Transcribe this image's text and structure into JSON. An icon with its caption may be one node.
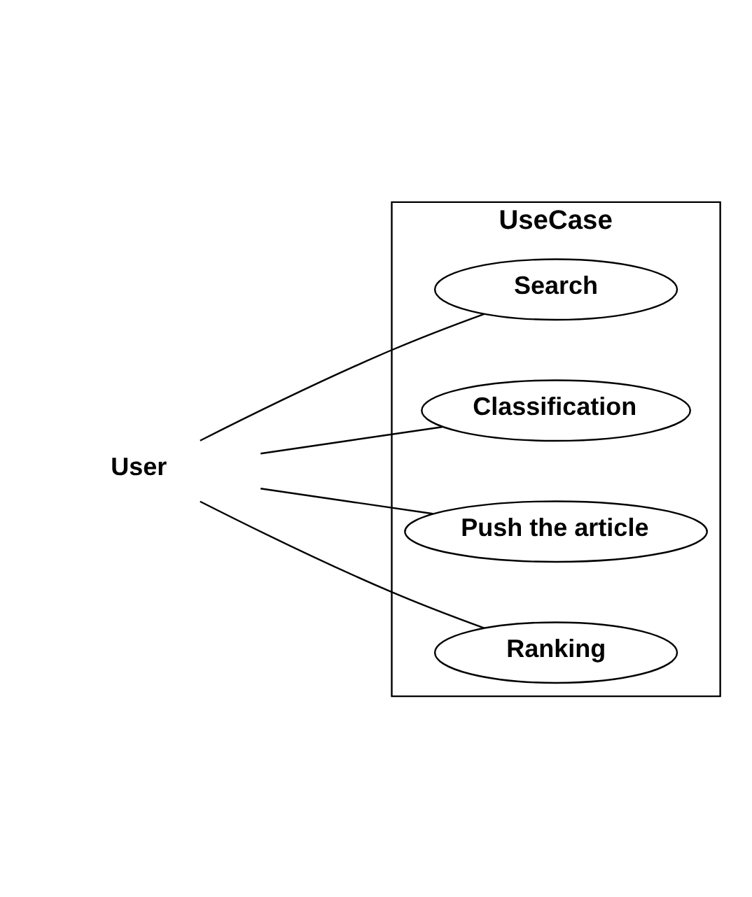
{
  "diagram": {
    "nodes": [
      {
        "text": [
          "User"
        ]
      },
      {
        "text": [
          "UseCase"
        ]
      },
      {
        "text": [
          "Search"
        ],
        "in": 1
      },
      {
        "text": [
          "Classification"
        ],
        "in": 1
      },
      {
        "text": [
          "Push the article"
        ],
        "in": 1
      },
      {
        "text": [
          "Ranking"
        ],
        "in": 1
      }
    ],
    "edges": [
      {
        "from": 0,
        "to": 2,
        "arrow": "none"
      },
      {
        "from": 0,
        "to": 3,
        "arrow": "none"
      },
      {
        "from": 0,
        "to": 4,
        "arrow": "none"
      },
      {
        "from": 0,
        "to": 5,
        "arrow": "none"
      }
    ]
  }
}
